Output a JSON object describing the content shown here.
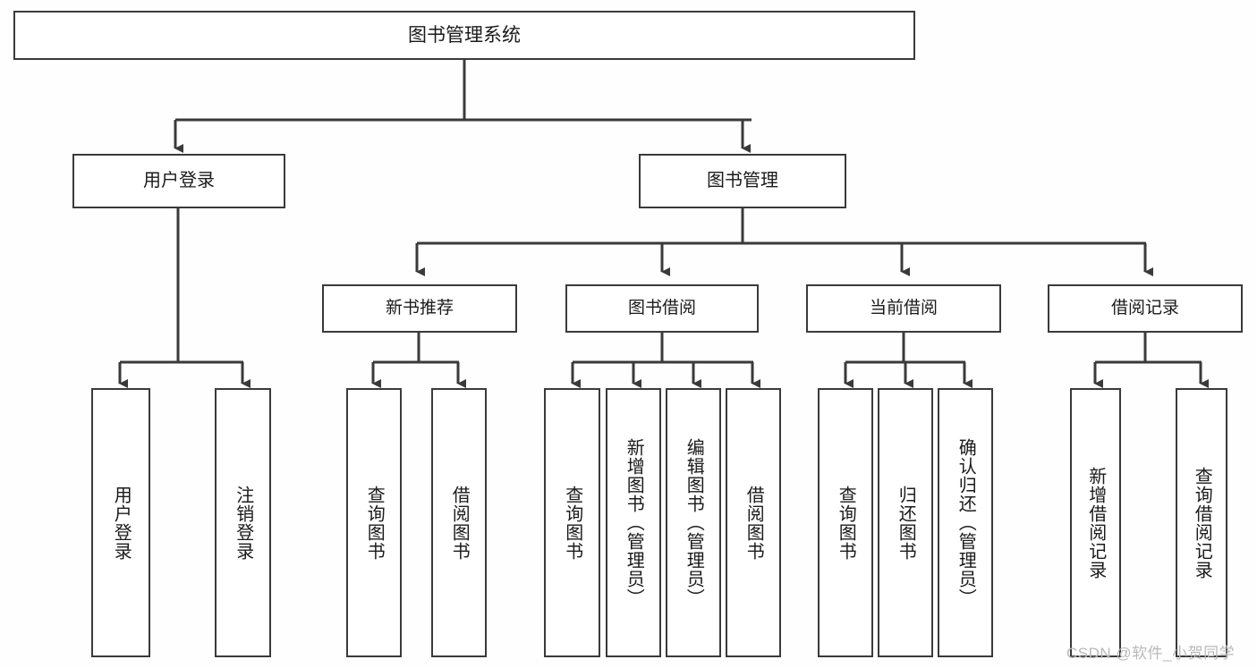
{
  "diagram": {
    "title": "图书管理系统",
    "type": "hierarchy-tree",
    "watermark": "CSDN @软件_小贺同学",
    "colors": {
      "line": "#3a3a3a",
      "box_border": "#3a3a3a",
      "box_fill": "#ffffff",
      "text": "#1a1a1a",
      "background": "#fefefe",
      "watermark": "#b9b9b9"
    },
    "root": {
      "label": "图书管理系统"
    },
    "level2": [
      {
        "label": "用户登录"
      },
      {
        "label": "图书管理"
      }
    ],
    "level3": [
      {
        "label": "新书推荐"
      },
      {
        "label": "图书借阅"
      },
      {
        "label": "当前借阅"
      },
      {
        "label": "借阅记录"
      }
    ],
    "leaves": {
      "user_login": [
        {
          "label": "用户登录"
        },
        {
          "label": "注销登录"
        }
      ],
      "new_book_recommend": [
        {
          "label": "查询图书"
        },
        {
          "label": "借阅图书"
        }
      ],
      "book_borrow": [
        {
          "label": "查询图书"
        },
        {
          "label": "新增图书（管理员）"
        },
        {
          "label": "编辑图书（管理员）"
        },
        {
          "label": "借阅图书"
        }
      ],
      "current_borrow": [
        {
          "label": "查询图书"
        },
        {
          "label": "归还图书"
        },
        {
          "label": "确认归还（管理员）"
        }
      ],
      "borrow_record": [
        {
          "label": "新增借阅记录"
        },
        {
          "label": "查询借阅记录"
        }
      ]
    }
  }
}
